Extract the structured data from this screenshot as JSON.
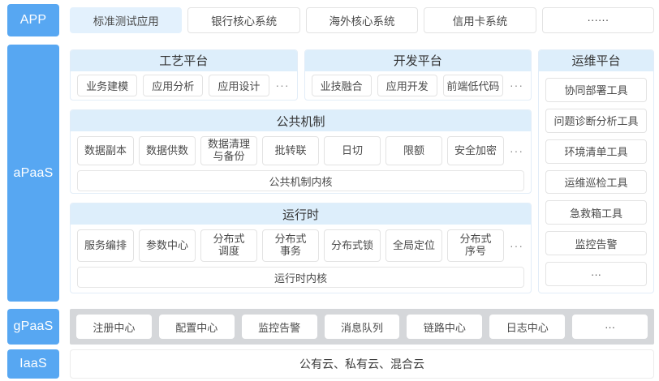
{
  "colors": {
    "accent_blue": "#57a7f2",
    "header_band_blue": "#ddeefb",
    "highlight_item_blue": "#e3f1fd",
    "gpaas_strip_gray": "#d5d7da"
  },
  "layers": {
    "app": {
      "label": "APP",
      "items": [
        {
          "label": "标准测试应用",
          "highlighted": true
        },
        {
          "label": "银行核心系统",
          "highlighted": false
        },
        {
          "label": "海外核心系统",
          "highlighted": false
        },
        {
          "label": "信用卡系统",
          "highlighted": false
        },
        {
          "label": "······",
          "highlighted": false
        }
      ]
    },
    "apaas": {
      "label": "aPaaS",
      "craft_platform": {
        "title": "工艺平台",
        "items": [
          "业务建模",
          "应用分析",
          "应用设计"
        ],
        "more": "···"
      },
      "dev_platform": {
        "title": "开发平台",
        "items": [
          "业技融合",
          "应用开发",
          "前端低代码"
        ],
        "more": "···"
      },
      "ops_platform": {
        "title": "运维平台",
        "items": [
          "协同部署工具",
          "问题诊断分析工具",
          "环境清单工具",
          "运维巡检工具",
          "急救箱工具",
          "监控告警",
          "···"
        ]
      },
      "common_mechanism": {
        "title": "公共机制",
        "items": [
          "数据副本",
          "数据供数",
          "数据清理\n与备份",
          "批转联",
          "日切",
          "限额",
          "安全加密"
        ],
        "more": "···",
        "kernel": "公共机制内核"
      },
      "runtime": {
        "title": "运行时",
        "items": [
          "服务编排",
          "参数中心",
          "分布式\n调度",
          "分布式\n事务",
          "分布式锁",
          "全局定位",
          "分布式\n序号"
        ],
        "more": "···",
        "kernel": "运行时内核"
      }
    },
    "gpaas": {
      "label": "gPaaS",
      "items": [
        "注册中心",
        "配置中心",
        "监控告警",
        "消息队列",
        "链路中心",
        "日志中心",
        "···"
      ]
    },
    "iaas": {
      "label": "IaaS",
      "content": "公有云、私有云、混合云"
    }
  }
}
